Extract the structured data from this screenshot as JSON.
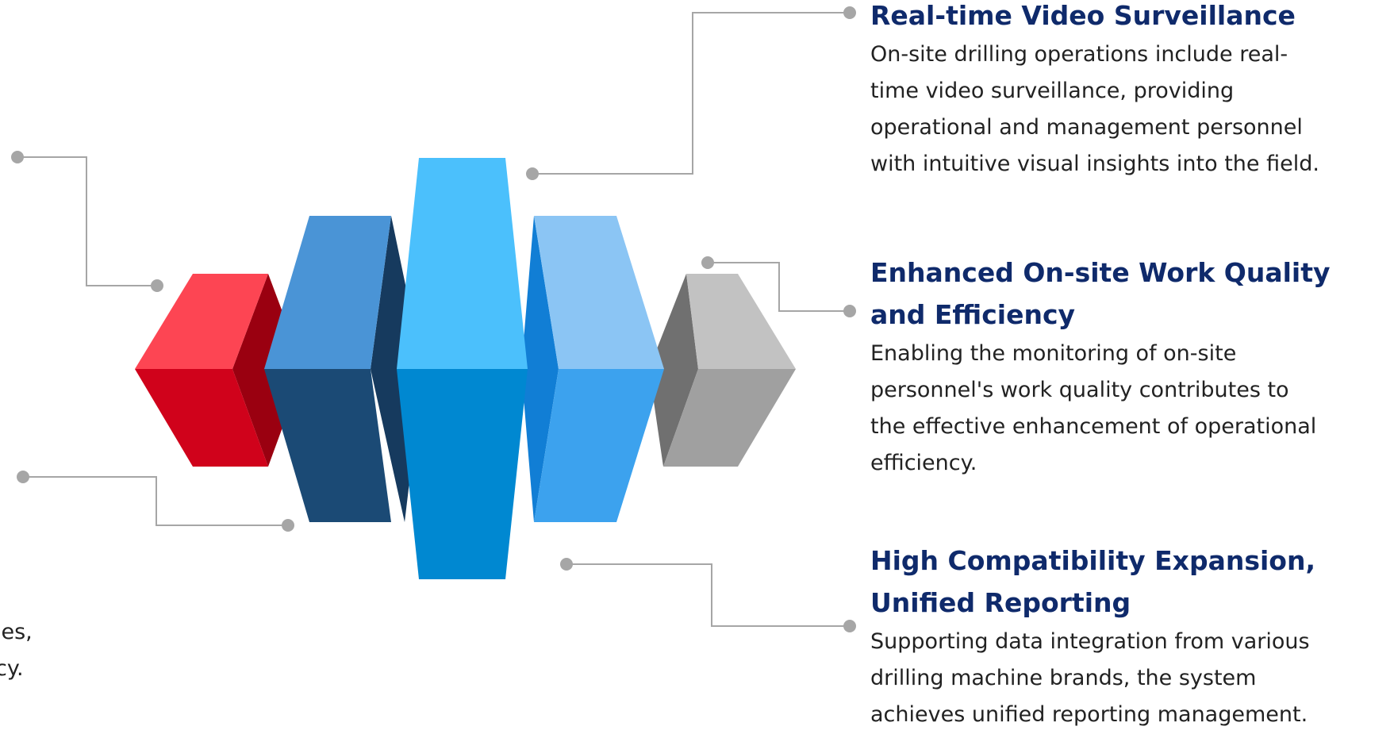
{
  "features": [
    {
      "title": "Real-time Video Surveillance",
      "description_lines": [
        "On-site drilling operations include real-",
        "time video surveillance, providing",
        "operational and management personnel",
        "with intuitive visual insights into the field."
      ]
    },
    {
      "title_lines": [
        "Enhanced On-site Work Quality",
        "and Efficiency"
      ],
      "description_lines": [
        "Enabling the monitoring of on-site",
        "personnel's work quality contributes to",
        "the effective enhancement of operational",
        "efficiency."
      ]
    },
    {
      "title_lines": [
        "High Compatibility Expansion,",
        "Unified Reporting"
      ],
      "description_lines": [
        "Supporting data integration from various",
        "drilling machine brands, the system",
        "achieves unified reporting management."
      ]
    }
  ],
  "clipped_left_text": [
    "les,",
    "cy."
  ],
  "colors": {
    "red": "#d0021b",
    "dark_blue": "#1b4a75",
    "cyan": "#0088d1",
    "light_blue": "#3ca2ee",
    "gray": "#a0a0a0",
    "connector": "#a6a6a6",
    "title": "#0f2a6b"
  }
}
